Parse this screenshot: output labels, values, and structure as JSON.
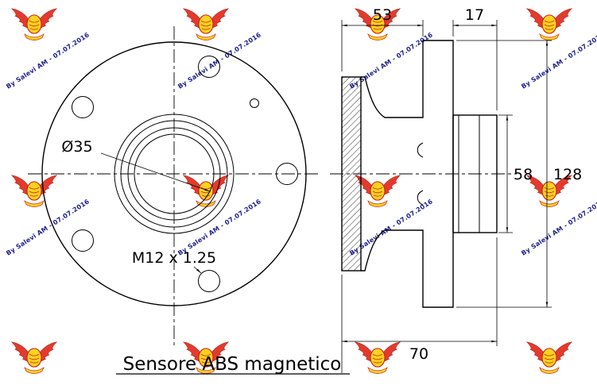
{
  "watermark": {
    "text": "By Salevi AM - 07.07.2016"
  },
  "colors": {
    "line": "#000000",
    "watermark_text": "#1c1e8f",
    "logo_red": "#e23b2e",
    "logo_yellow": "#ffd21e"
  },
  "drawing": {
    "front_view": {
      "bore_diameter_label": "Ø35",
      "bolt_thread_label": "M12 x 1.25"
    },
    "side_view_dimensions": {
      "flange_to_face_width": "53",
      "bearing_ring_width": "17",
      "bearing_ring_diameter": "58",
      "flange_diameter": "128",
      "total_width": "70"
    },
    "note": "Sensore ABS magnetico"
  }
}
